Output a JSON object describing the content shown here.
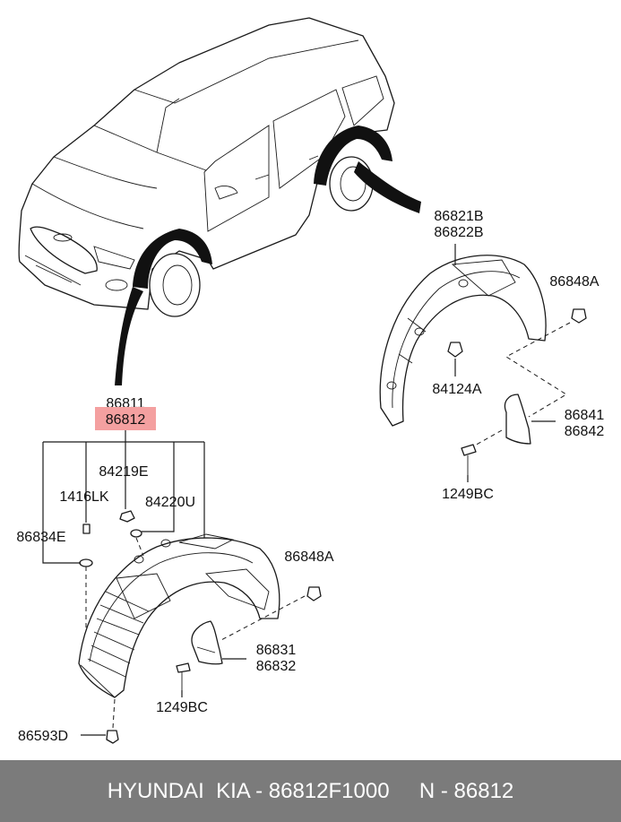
{
  "colors": {
    "highlight": "#f4a0a0",
    "footer_bg": "#7b7b7b",
    "footer_text": "#ffffff"
  },
  "labels": {
    "p86811": "86811",
    "p86812": "86812",
    "p84219E": "84219E",
    "p1416LK": "1416LK",
    "p84220U": "84220U",
    "p86834E": "86834E",
    "p86848A_front": "86848A",
    "p86831": "86831",
    "p86832": "86832",
    "p1249BC_front": "1249BC",
    "p86593D": "86593D",
    "p86821B": "86821B",
    "p86822B": "86822B",
    "p86848A_rear": "86848A",
    "p84124A": "84124A",
    "p86841": "86841",
    "p86842": "86842",
    "p1249BC_rear": "1249BC"
  },
  "footer": {
    "text": "HYUNDAI  KIA - 86812F1000     N - 86812"
  }
}
